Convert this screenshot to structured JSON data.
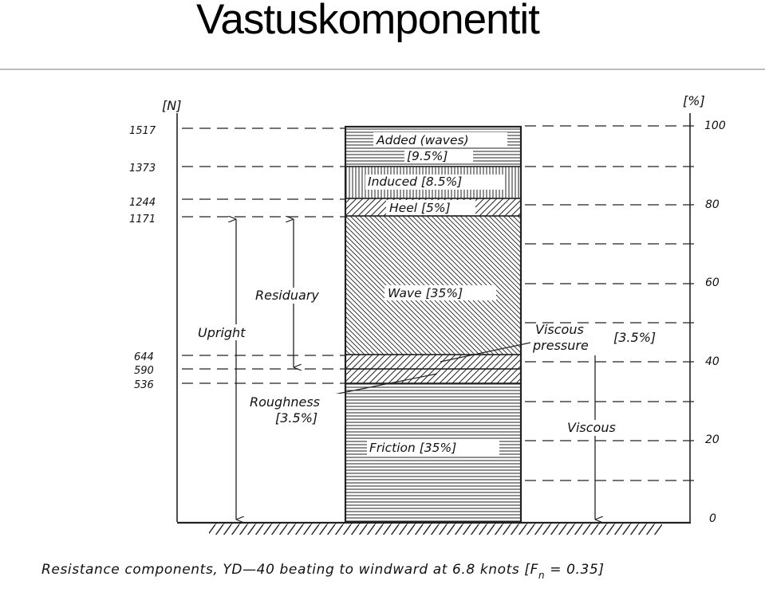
{
  "slide": {
    "title": "Vastuskomponentit"
  },
  "diagram": {
    "left_axis": {
      "unit": "[N]",
      "ticks": [
        "1517",
        "1373",
        "1244",
        "1171",
        "644",
        "590",
        "536"
      ]
    },
    "right_axis": {
      "unit": "[%]",
      "ticks": [
        "100",
        "80",
        "60",
        "40",
        "20",
        "0"
      ]
    },
    "components": {
      "added_1": "Added (waves)",
      "added_2": "[9.5%]",
      "induced": "Induced [8.5%]",
      "heel": "Heel [5%]",
      "wave": "Wave [35%]",
      "friction": "Friction [35%]"
    },
    "annotations": {
      "residuary": "Residuary",
      "upright": "Upright",
      "viscous_pressure_1": "Viscous",
      "viscous_pressure_2": "pressure",
      "viscous_pressure_pct": "[3.5%]",
      "roughness_1": "Roughness",
      "roughness_2": "[3.5%]",
      "viscous": "Viscous"
    },
    "caption": {
      "main": "Resistance components, YD—40 beating to windward at 6.8 knots [F",
      "sub": "n",
      "tail": " = 0.35]"
    }
  }
}
